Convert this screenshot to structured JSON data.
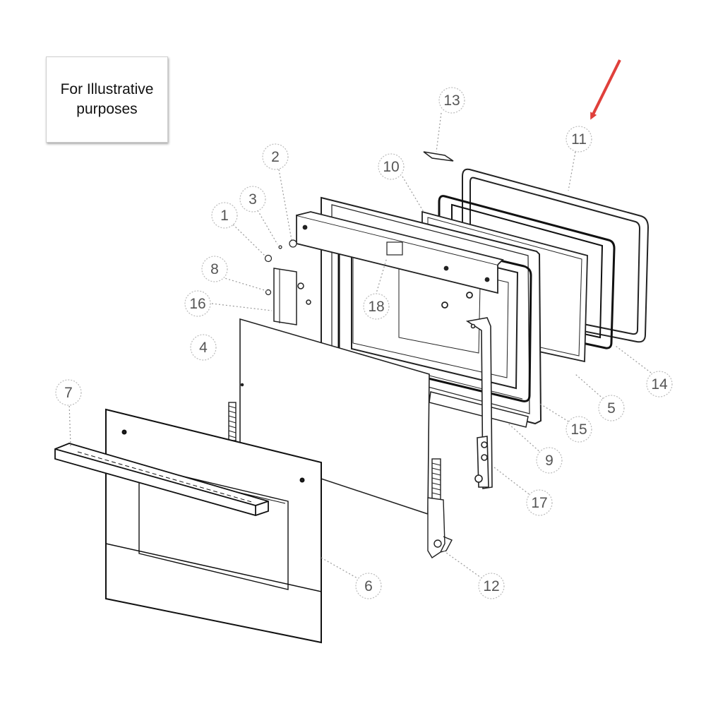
{
  "note": {
    "line1": "For Illustrative",
    "line2": "purposes"
  },
  "colors": {
    "line": "#222222",
    "leader": "#888888",
    "arrow": "#e0403b"
  },
  "callouts": {
    "c1": "1",
    "c2": "2",
    "c3": "3",
    "c4": "4",
    "c5": "5",
    "c6": "6",
    "c7": "7",
    "c8": "8",
    "c9": "9",
    "c10": "10",
    "c11": "11",
    "c12": "12",
    "c13": "13",
    "c14": "14",
    "c15": "15",
    "c16": "16",
    "c17": "17",
    "c18": "18"
  },
  "highlighted_part": "11"
}
